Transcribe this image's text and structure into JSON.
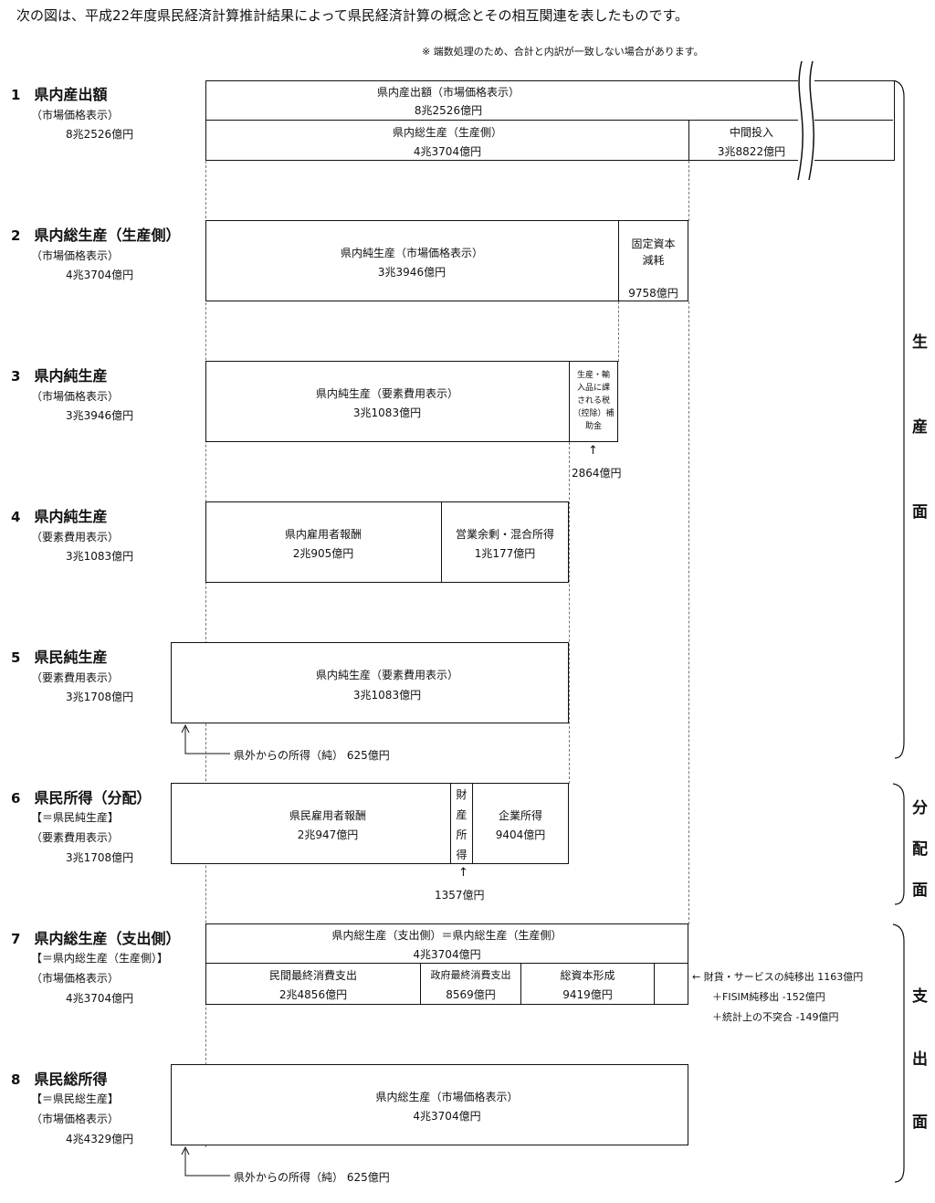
{
  "intro": "次の図は、平成22年度県民経済計算推計結果によって県民経済計算の概念とその相互関連を表したものです。",
  "note": "※ 端数処理のため、合計と内訳が一致しない場合があります。",
  "sections": [
    {
      "num": "1",
      "title": "県内産出額",
      "sub": "（市場価格表示）",
      "value": "8兆2526億円"
    },
    {
      "num": "2",
      "title": "県内総生産（生産側）",
      "sub": "（市場価格表示）",
      "value": "4兆3704億円"
    },
    {
      "num": "3",
      "title": "県内純生産",
      "sub": "（市場価格表示）",
      "value": "3兆3946億円"
    },
    {
      "num": "4",
      "title": "県内純生産",
      "sub": "（要素費用表示）",
      "value": "3兆1083億円"
    },
    {
      "num": "5",
      "title": "県民純生産",
      "sub": "（要素費用表示）",
      "value": "3兆1708億円"
    },
    {
      "num": "6",
      "title": "県民所得（分配）",
      "sub0": "【＝県民純生産】",
      "sub": "（要素費用表示）",
      "value": "3兆1708億円"
    },
    {
      "num": "7",
      "title": "県内総生産（支出側）",
      "sub0": "【＝県内総生産（生産側）】",
      "sub": "（市場価格表示）",
      "value": "4兆3704億円"
    },
    {
      "num": "8",
      "title": "県民総所得",
      "sub0": "【＝県民総生産】",
      "sub": "（市場価格表示）",
      "value": "4兆4329億円"
    }
  ],
  "box1": {
    "top_label": "県内産出額（市場価格表示）",
    "top_value": "8兆2526億円",
    "gdp_label": "県内総生産（生産側）",
    "gdp_value": "4兆3704億円",
    "mid_label": "中間投入",
    "mid_value": "3兆8822億円"
  },
  "box2": {
    "ndp_label": "県内純生産（市場価格表示）",
    "ndp_value": "3兆3946億円",
    "dep_label1": "固定資本",
    "dep_label2": "減耗",
    "dep_value": "9758億円"
  },
  "box3": {
    "ndp_label": "県内純生産（要素費用表示）",
    "ndp_value": "3兆1083億円",
    "tax_lines": [
      "生産・輸",
      "入品に課",
      "される税",
      "（控除）補",
      "助金"
    ],
    "tax_value": "2864億円"
  },
  "box4": {
    "emp_label": "県内雇用者報酬",
    "emp_value": "2兆905億円",
    "op_label": "営業余剰・混合所得",
    "op_value": "1兆177億円"
  },
  "box5": {
    "label": "県内純生産（要素費用表示）",
    "value": "3兆1083億円",
    "income_note": "県外からの所得（純） 625億円"
  },
  "box6": {
    "emp_label": "県民雇用者報酬",
    "emp_value": "2兆947億円",
    "prop_chars": [
      "財",
      "産",
      "所",
      "得"
    ],
    "prop_value": "1357億円",
    "corp_label": "企業所得",
    "corp_value": "9404億円"
  },
  "box7": {
    "top_label": "県内総生産（支出側）＝県内総生産（生産側）",
    "top_value": "4兆3704億円",
    "c1_label": "民間最終消費支出",
    "c1_value": "2兆4856億円",
    "c2_label": "政府最終消費支出",
    "c2_value": "8569億円",
    "c3_label": "総資本形成",
    "c3_value": "9419億円",
    "notes": [
      "←  財貨・サービスの純移出 1163億円",
      "＋FISIM純移出 -152億円",
      "＋統計上の不突合 -149億円"
    ]
  },
  "box8": {
    "label": "県内総生産（市場価格表示）",
    "value": "4兆3704億円",
    "income_note": "県外からの所得（純） 625億円"
  },
  "side_labels": {
    "production": [
      "生",
      "産",
      "面"
    ],
    "distribution": [
      "分",
      "配",
      "面"
    ],
    "expenditure": [
      "支",
      "出",
      "面"
    ]
  }
}
